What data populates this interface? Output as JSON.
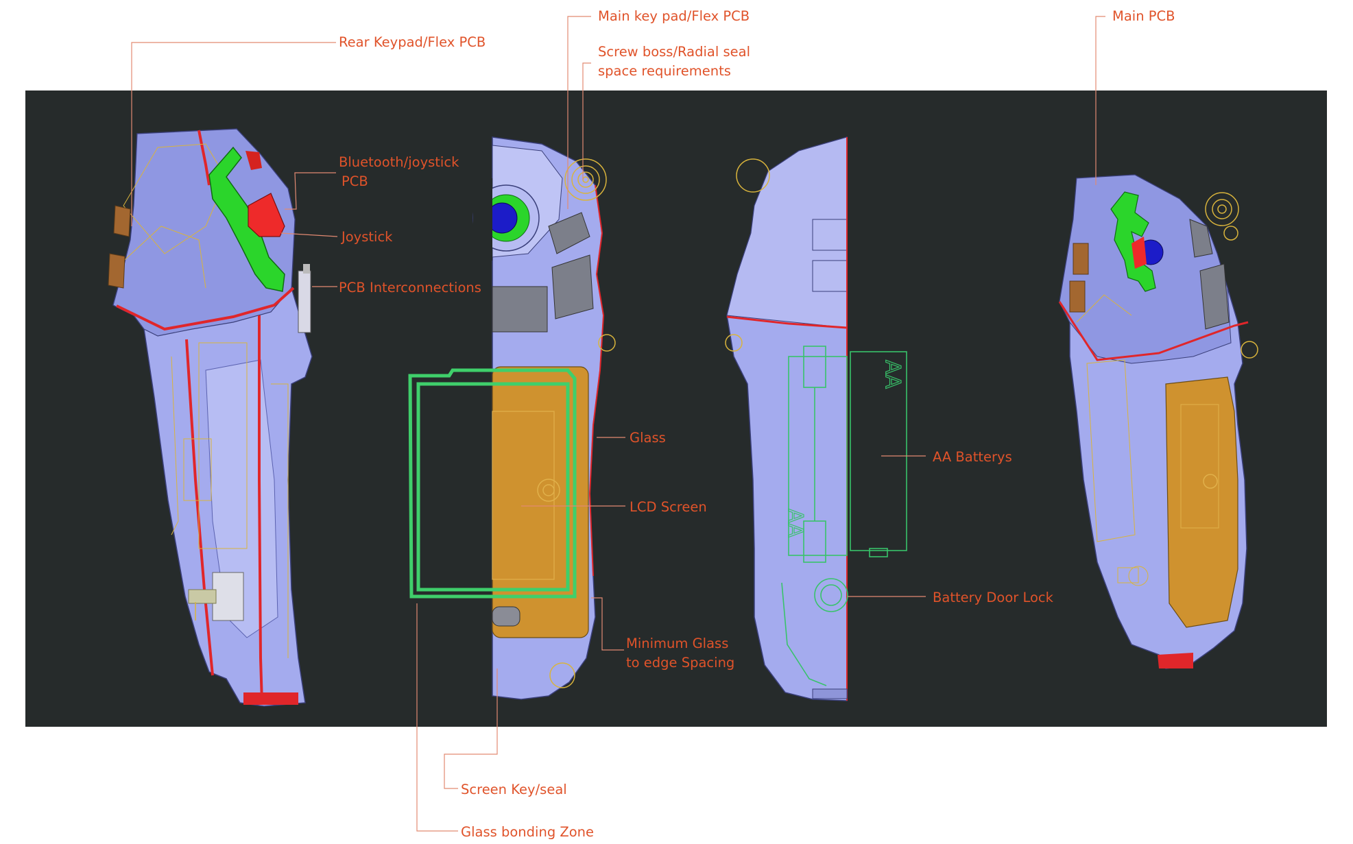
{
  "labels": {
    "rear_keypad": "Rear Keypad/Flex PCB",
    "main_keypad": "Main key pad/Flex PCB",
    "screw_boss_line1": "Screw boss/Radial seal",
    "screw_boss_line2": "space requirements",
    "main_pcb": "Main PCB",
    "bluetooth_line1": "Bluetooth/joystick",
    "bluetooth_line2": "PCB",
    "joystick": "Joystick",
    "pcb_interconnections": "PCB Interconnections",
    "glass": "Glass",
    "lcd_screen": "LCD Screen",
    "aa_batterys": "AA Batterys",
    "battery_door_lock": "Battery Door Lock",
    "min_glass_line1": "Minimum Glass",
    "min_glass_line2": "to edge Spacing",
    "screen_key_seal": "Screen Key/seal",
    "glass_bonding_zone": "Glass bonding Zone",
    "battery_mark_top": "AA",
    "battery_mark_bottom": "AA"
  },
  "colors": {
    "canvas_background": "#262b2b",
    "housing": "#a4abee",
    "housing_dark": "#7d84d1",
    "seal_line": "#e0262a",
    "flex_pcb": "#2bd52b",
    "joystick": "#ee2a2a",
    "lcd": "#cf922f",
    "glass_outline": "#3fcf6b",
    "battery_outline": "#38c36a",
    "wireframe": "#d9b43c",
    "label_text": "#e0532a"
  }
}
